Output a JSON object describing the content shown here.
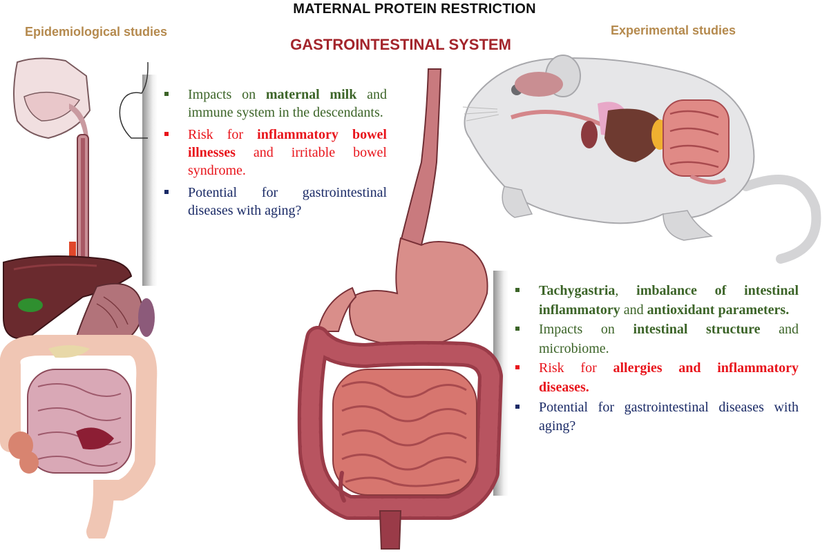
{
  "titles": {
    "main": "MATERNAL PROTEIN RESTRICTION",
    "subtitle": "GASTROINTESTINAL SYSTEM",
    "epidemiological": "Epidemiological studies",
    "experimental": "Experimental studies"
  },
  "colors": {
    "green": "#3c6428",
    "red": "#e8141b",
    "navy": "#1a2a66",
    "section_heading": "#b58a4e",
    "subtitle": "#a3242b"
  },
  "epidemiological_findings": [
    {
      "parts": [
        {
          "t": "Impacts on "
        },
        {
          "t": "maternal milk",
          "b": true
        },
        {
          "t": " and immune system in the descendants."
        }
      ]
    },
    {
      "parts": [
        {
          "t": "Risk for "
        },
        {
          "t": "inflammatory bowel illnesses",
          "b": true
        },
        {
          "t": " and irritable bowel syndrome."
        }
      ]
    },
    {
      "parts": [
        {
          "t": "Potential for gastrointestinal diseases with aging?"
        }
      ]
    }
  ],
  "experimental_findings": [
    {
      "parts": [
        {
          "t": "Tachygastria",
          "b": true
        },
        {
          "t": ", "
        },
        {
          "t": "imbalance of intestinal inflammatory",
          "b": true
        },
        {
          "t": " and "
        },
        {
          "t": "antioxidant parameters.",
          "b": true
        }
      ]
    },
    {
      "parts": [
        {
          "t": "Impacts on "
        },
        {
          "t": "intestinal structure",
          "b": true
        },
        {
          "t": " and microbiome."
        }
      ]
    },
    {
      "parts": [
        {
          "t": "Risk for "
        },
        {
          "t": "allergies and inflammatory diseases.",
          "b": true
        }
      ]
    },
    {
      "parts": [
        {
          "t": "Potential for gastrointestinal diseases with aging?"
        }
      ]
    }
  ],
  "figures": {
    "left": "human-digestive-system-illustration",
    "center": "gastrointestinal-tract-illustration",
    "right": "rat-anatomy-illustration"
  }
}
